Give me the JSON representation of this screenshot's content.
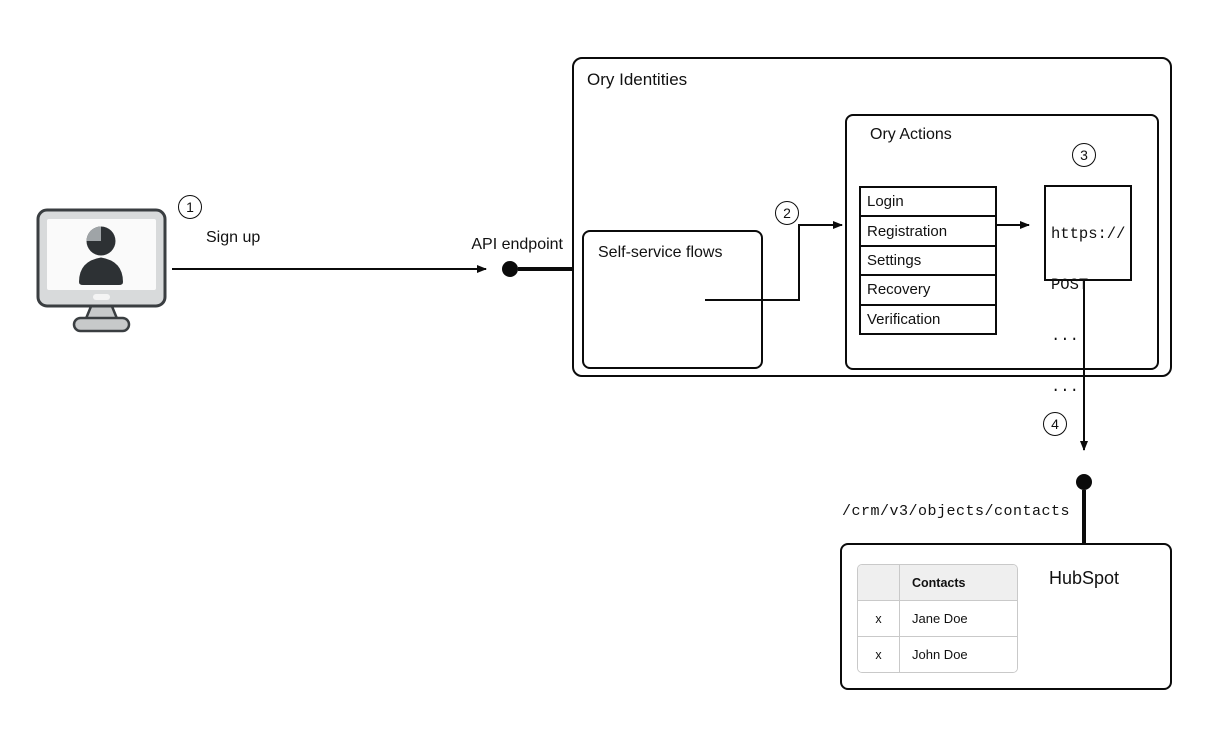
{
  "diagram": {
    "client": {
      "icon": "user-computer-icon",
      "action_label": "Sign up"
    },
    "step_badges": [
      "1",
      "2",
      "3",
      "4"
    ],
    "api_endpoint_label": "API endpoint",
    "ory_identities": {
      "title": "Ory Identities",
      "self_service_flows": {
        "title": "Self-service flows"
      },
      "ory_actions": {
        "title": "Ory Actions",
        "flows": [
          "Login",
          "Registration",
          "Settings",
          "Recovery",
          "Verification"
        ],
        "webhook_request": {
          "lines": [
            "https://",
            "POST",
            "...",
            "..."
          ]
        }
      }
    },
    "hubspot": {
      "title": "HubSpot",
      "api_path": "/crm/v3/objects/contacts",
      "contacts_table": {
        "header": {
          "col1": "",
          "col2": "Contacts"
        },
        "rows": [
          {
            "col1": "x",
            "col2": "Jane Doe"
          },
          {
            "col1": "x",
            "col2": "John Doe"
          }
        ]
      }
    },
    "colors": {
      "stroke": "#0b0b0b",
      "table_border": "#c9c9c9",
      "table_header_bg": "#efefef",
      "background": "#ffffff"
    }
  }
}
